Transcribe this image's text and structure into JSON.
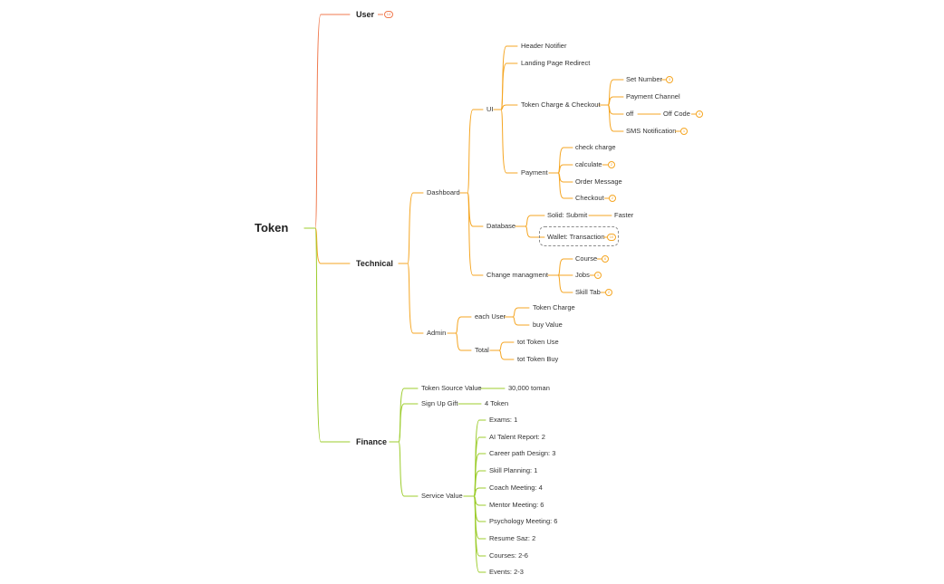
{
  "colors": {
    "user_branch": "#f07a4f",
    "technical_branch": "#f5a623",
    "finance_branch": "#9ccc2c",
    "text": "#333333"
  },
  "root": {
    "label": "Token"
  },
  "user": {
    "label": "User",
    "badge": "14"
  },
  "technical": {
    "label": "Technical",
    "dashboard": {
      "label": "Dashboard",
      "ui": {
        "label": "UI",
        "header_notifier": "Header Notifier",
        "landing_page_redirect": "Landing Page Redirect",
        "token_charge_checkout": {
          "label": "Token Charge & Checkout",
          "set_number": {
            "label": "Set Number",
            "badge": "3"
          },
          "payment_channel": "Payment Channel",
          "off": {
            "label": "off",
            "off_code": {
              "label": "Off Code",
              "badge": "4"
            }
          },
          "sms_notification": {
            "label": "SMS Notification",
            "badge": "1"
          }
        },
        "payment": {
          "label": "Payment",
          "check_charge": "check charge",
          "calculate": {
            "label": "calculate",
            "badge": "2"
          },
          "order_message": "Order Message",
          "checkout": {
            "label": "Checkout",
            "badge": "2"
          }
        }
      },
      "database": {
        "label": "Database",
        "solid_submit": {
          "label": "Solid: Submit",
          "child": "Faster"
        },
        "wallet_transaction": {
          "label": "Wallet: Transaction",
          "badge": "10"
        }
      },
      "change_management": {
        "label": "Change managment",
        "course": {
          "label": "Course",
          "badge": "6"
        },
        "jobs": {
          "label": "Jobs",
          "badge": "1"
        },
        "skill_tab": {
          "label": "Skill Tab",
          "badge": "2"
        }
      }
    },
    "admin": {
      "label": "Admin",
      "each_user": {
        "label": "each User",
        "token_charge": "Token Charge",
        "buy_value": "buy Value"
      },
      "total": {
        "label": "Total",
        "tot_token_use": "tot Token Use",
        "tot_token_buy": "tot Token Buy"
      }
    }
  },
  "finance": {
    "label": "Finance",
    "token_source_value": {
      "label": "Token Source Value",
      "value": "30,000 toman"
    },
    "sign_up_gift": {
      "label": "Sign Up Gift",
      "value": "4 Token"
    },
    "service_value": {
      "label": "Service Value",
      "items": [
        "Exams: 1",
        "AI Talent Report: 2",
        "Career path Design: 3",
        "Skill Planning: 1",
        "Coach Meeting: 4",
        "Mentor Meeting: 6",
        "Psychology Meeting: 6",
        "Resume Saz: 2",
        "Courses: 2-6",
        "Events: 2-3"
      ]
    }
  }
}
